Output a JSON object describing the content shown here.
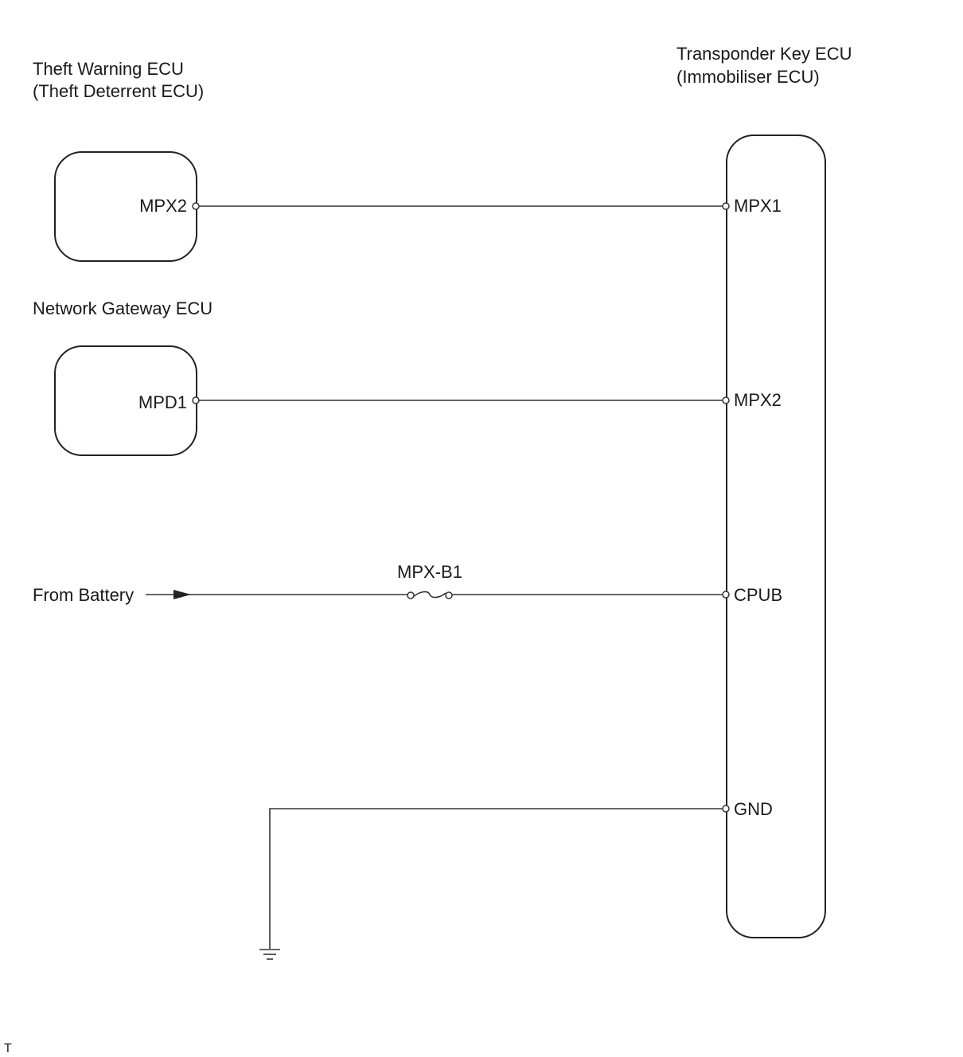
{
  "components": {
    "theft_warning_ecu": {
      "name_line1": "Theft Warning ECU",
      "name_line2": "(Theft Deterrent ECU)",
      "pin": "MPX2"
    },
    "network_gateway_ecu": {
      "name": "Network Gateway ECU",
      "pin": "MPD1"
    },
    "transponder_key_ecu": {
      "name_line1": "Transponder Key ECU",
      "name_line2": "(Immobiliser ECU)",
      "pins": [
        "MPX1",
        "MPX2",
        "CPUB",
        "GND"
      ]
    }
  },
  "power": {
    "source_label": "From Battery",
    "fuse_label": "MPX-B1"
  },
  "corner_mark": "T"
}
